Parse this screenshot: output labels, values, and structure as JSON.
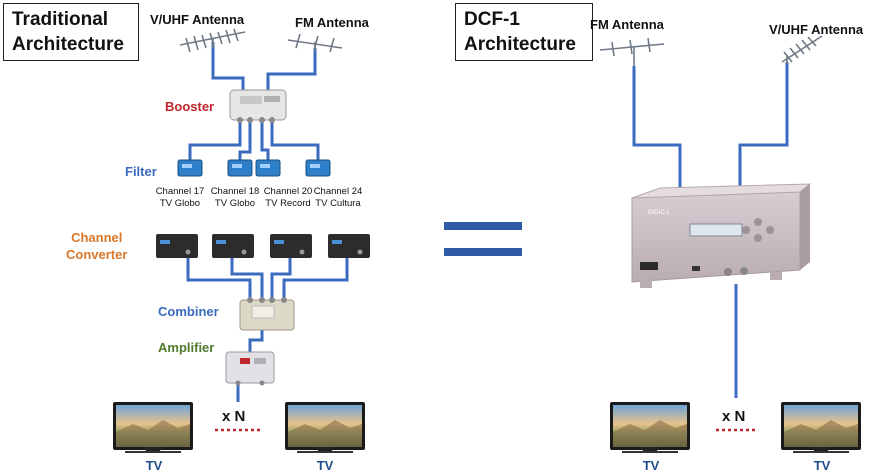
{
  "left": {
    "title": "Traditional\nArchitecture",
    "vuhf_antenna": "V/UHF Antenna",
    "fm_antenna": "FM Antenna",
    "booster": "Booster",
    "filter": "Filter",
    "channels": [
      {
        "line1": "Channel 17",
        "line2": "TV Globo"
      },
      {
        "line1": "Channel 18",
        "line2": "TV Globo"
      },
      {
        "line1": "Channel 20",
        "line2": "TV Record"
      },
      {
        "line1": "Channel 24",
        "line2": "TV Cultura"
      }
    ],
    "channel_converter": "Channel\nConverter",
    "combiner": "Combiner",
    "amplifier": "Amplifier",
    "tv_left": "TV",
    "tv_right": "TV",
    "multiplier": "x N"
  },
  "right": {
    "title": "DCF-1\nArchitecture",
    "fm_antenna": "FM Antenna",
    "vuhf_antenna": "V/UHF Antenna",
    "device_brand": "DIGIC L",
    "tv_left": "TV",
    "tv_right": "TV",
    "multiplier": "x N"
  },
  "colors": {
    "cable": "#3b6bbf",
    "booster_label": "#c0262c",
    "filter_label": "#3b6bbf",
    "converter_label": "#d9772a",
    "amplifier_label": "#4e7a2c",
    "equals": "#2e5aa6",
    "dots": "#c0262c"
  }
}
